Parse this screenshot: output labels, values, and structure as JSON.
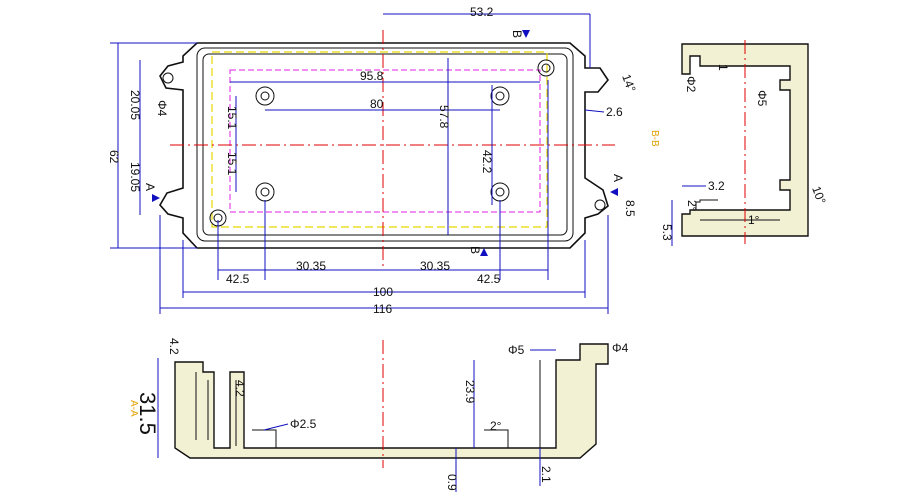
{
  "top_view": {
    "dims": {
      "top_53_2": "53.2",
      "w_95_8": "95.8",
      "w_80": "80",
      "w_100": "100",
      "w_116": "116",
      "w_42_5_left": "42.5",
      "w_30_35_left": "30.35",
      "w_30_35_right": "30.35",
      "w_42_5_right": "42.5",
      "h_62": "62",
      "h_20_05": "20.05",
      "h_19_05": "19.05",
      "h_15_1_a": "15.1",
      "h_15_1_b": "15.1",
      "h_57_8": "57.8",
      "h_42_2": "42.2",
      "d_4": "Φ4",
      "angle_14": "14°",
      "d_2_6": "2.6",
      "d_8_5": "8.5"
    },
    "section_marks": {
      "a_left": "A",
      "a_right": "A",
      "b_top": "B",
      "b_bottom": "B"
    }
  },
  "side_view": {
    "dims": {
      "d_2": "Φ2",
      "d_1": "1",
      "d_5": "Φ5",
      "d_3_2": "3.2",
      "angle_10": "10°",
      "angle_2": "2°",
      "d_5_3": "5.3",
      "angle_1": "1°"
    },
    "section_label": "B-B"
  },
  "front_view": {
    "dims": {
      "d_4_2_top": "4.2",
      "d_4_2_mid": "4.2",
      "h_31_5": "31.5",
      "d_2_5": "Φ2.5",
      "h_23_9": "23.9",
      "d_5": "Φ5",
      "d_4": "Φ4",
      "angle_2": "2°",
      "d_0_9": "0.9",
      "d_2_1": "2.1"
    },
    "section_label": "A-A"
  }
}
